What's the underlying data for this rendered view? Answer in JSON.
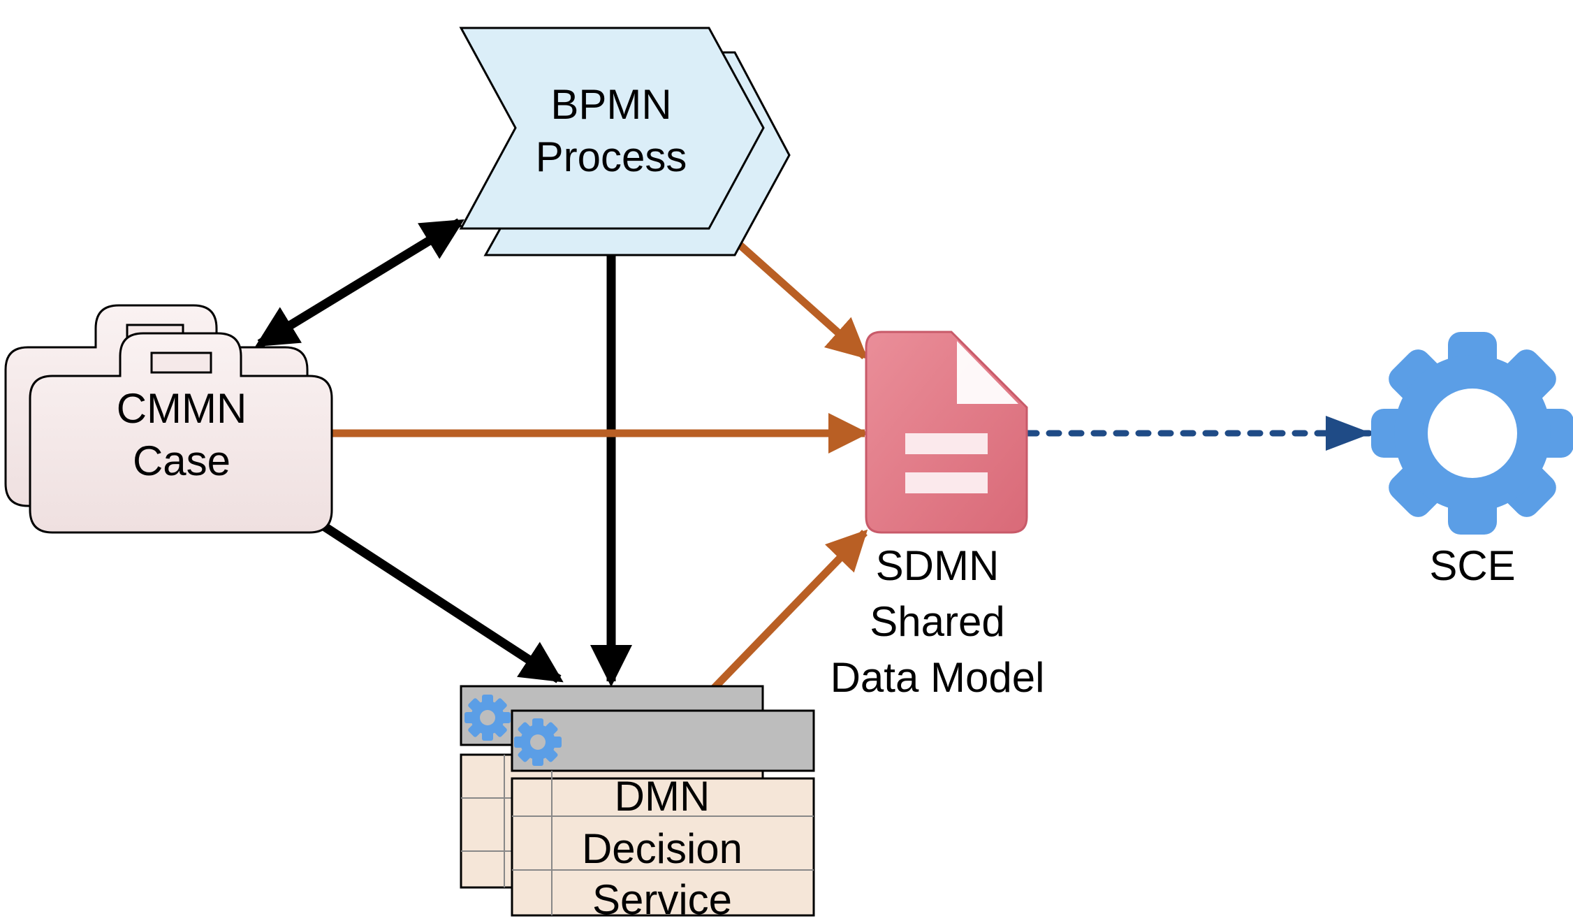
{
  "nodes": {
    "bpmn": {
      "line1": "BPMN",
      "line2": "Process",
      "icon": "bpmn-process-chevron-icon"
    },
    "cmmn": {
      "line1": "CMMN",
      "line2": "Case",
      "icon": "cmmn-case-folder-icon"
    },
    "dmn": {
      "line1": "DMN",
      "line2": "Decision",
      "line3": "Service",
      "icon": "dmn-decision-table-icon"
    },
    "sdmn": {
      "line1": "SDMN",
      "line2": "Shared",
      "line3": "Data Model",
      "icon": "sdmn-document-icon"
    },
    "sce": {
      "label": "SCE",
      "icon": "sce-gear-icon"
    }
  },
  "colors": {
    "bpmn_fill": "#dbeef8",
    "cmmn_fill": "#f4e8e8",
    "dmn_header": "#bdbdbd",
    "dmn_body": "#f5e6d8",
    "sdmn_doc": "#e07a86",
    "sce_gear": "#5b9ee6",
    "arrow_black": "#000000",
    "arrow_orange": "#b95f24",
    "arrow_dotted": "#1f4b86"
  },
  "edges": [
    {
      "from": "cmmn",
      "to": "bpmn",
      "style": "solid-black",
      "direction": "both"
    },
    {
      "from": "bpmn",
      "to": "dmn",
      "style": "solid-black",
      "direction": "forward"
    },
    {
      "from": "cmmn",
      "to": "dmn",
      "style": "solid-black",
      "direction": "forward"
    },
    {
      "from": "bpmn",
      "to": "sdmn",
      "style": "solid-orange",
      "direction": "forward"
    },
    {
      "from": "cmmn",
      "to": "sdmn",
      "style": "solid-orange",
      "direction": "forward"
    },
    {
      "from": "dmn",
      "to": "sdmn",
      "style": "solid-orange",
      "direction": "forward"
    },
    {
      "from": "sdmn",
      "to": "sce",
      "style": "dotted-blue",
      "direction": "forward"
    }
  ]
}
